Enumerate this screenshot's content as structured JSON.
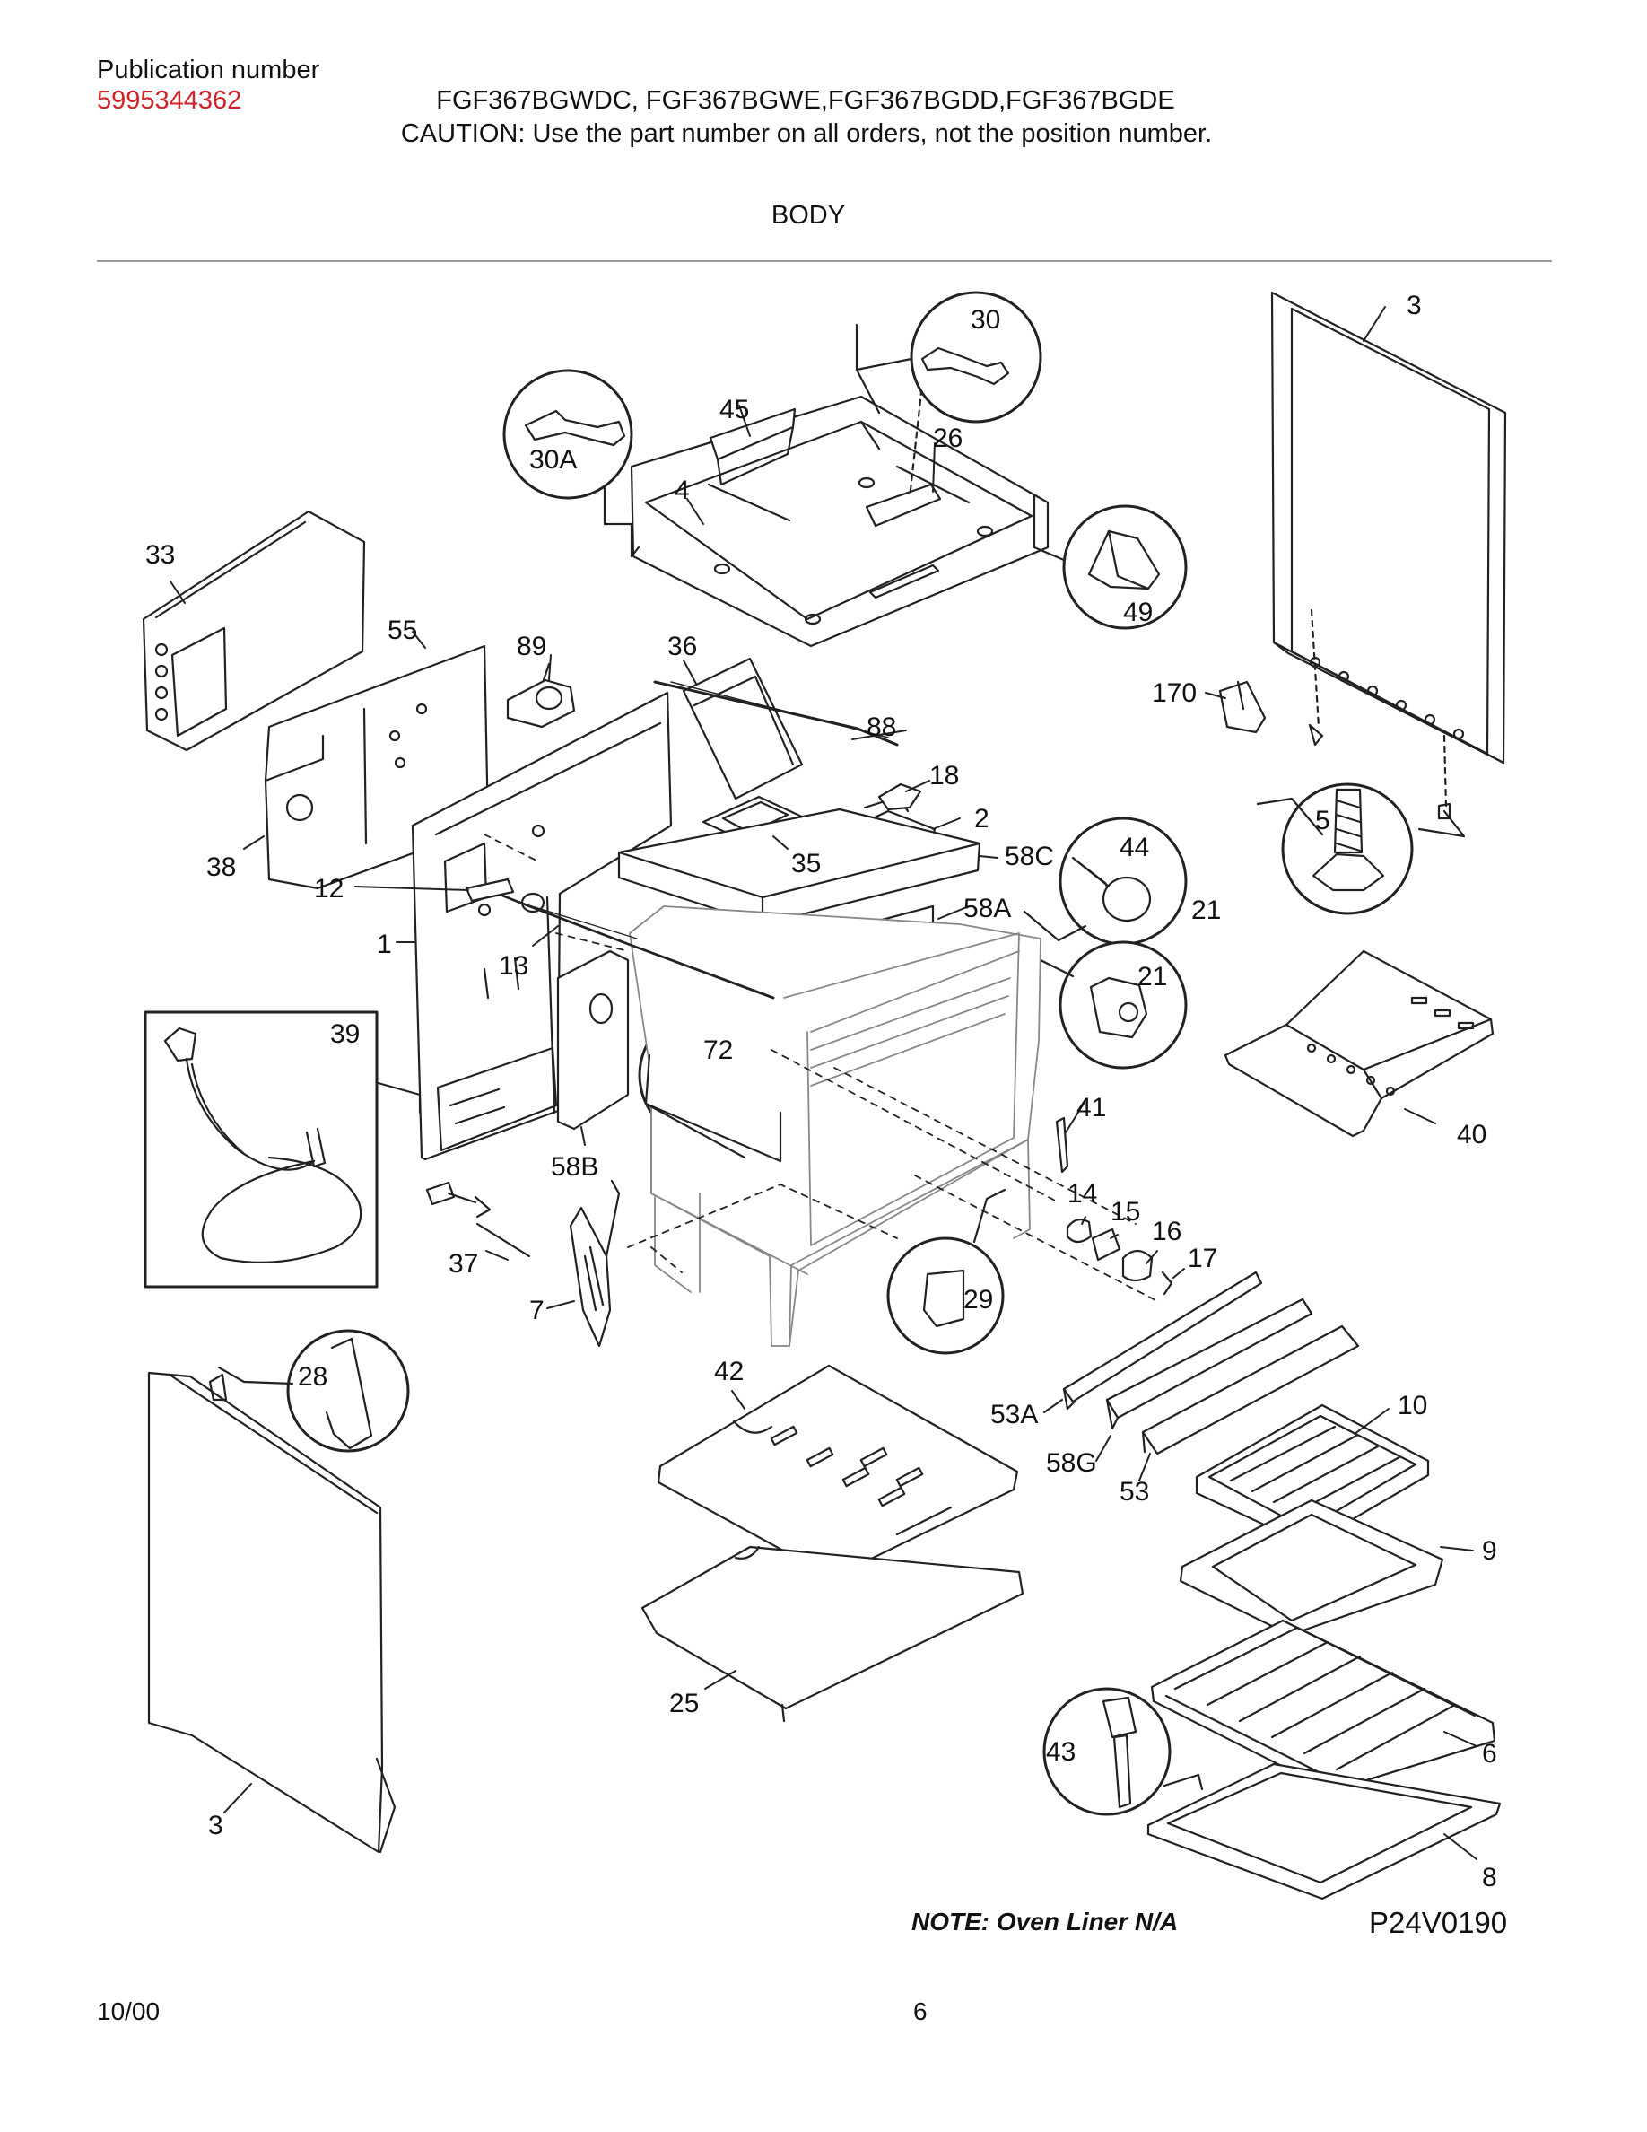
{
  "header": {
    "publication_label": "Publication number",
    "publication_number": "5995344362",
    "models": "FGF367BGWDC, FGF367BGWE,FGF367BGDD,FGF367BGDE",
    "caution": "CAUTION:  Use the part number on all orders, not the position number.",
    "section_title": "BODY"
  },
  "diagram": {
    "part_labels": {
      "p30": "30",
      "p30A": "30A",
      "p45": "45",
      "p4": "4",
      "p26": "26",
      "p49": "49",
      "p3top": "3",
      "p33": "33",
      "p55": "55",
      "p89": "89",
      "p36": "36",
      "p88": "88",
      "p18": "18",
      "p2": "2",
      "p35": "35",
      "p58C": "58C",
      "p58A": "58A",
      "p44": "44",
      "p21a": "21",
      "p21b": "21",
      "p170": "170",
      "p5": "5",
      "p38": "38",
      "p12": "12",
      "p1": "1",
      "p13": "13",
      "p39": "39",
      "p72": "72",
      "p58B": "58B",
      "p41": "41",
      "p40": "40",
      "p14": "14",
      "p15": "15",
      "p16": "16",
      "p17": "17",
      "p37": "37",
      "p7": "7",
      "p29": "29",
      "p28": "28",
      "p42": "42",
      "p53A": "53A",
      "p58G": "58G",
      "p53": "53",
      "p10": "10",
      "p9": "9",
      "p25": "25",
      "p43": "43",
      "p6": "6",
      "p3bot": "3",
      "p8": "8"
    }
  },
  "note": "NOTE: Oven Liner N/A",
  "figure_id": "P24V0190",
  "footer": {
    "date": "10/00",
    "page": "6"
  }
}
